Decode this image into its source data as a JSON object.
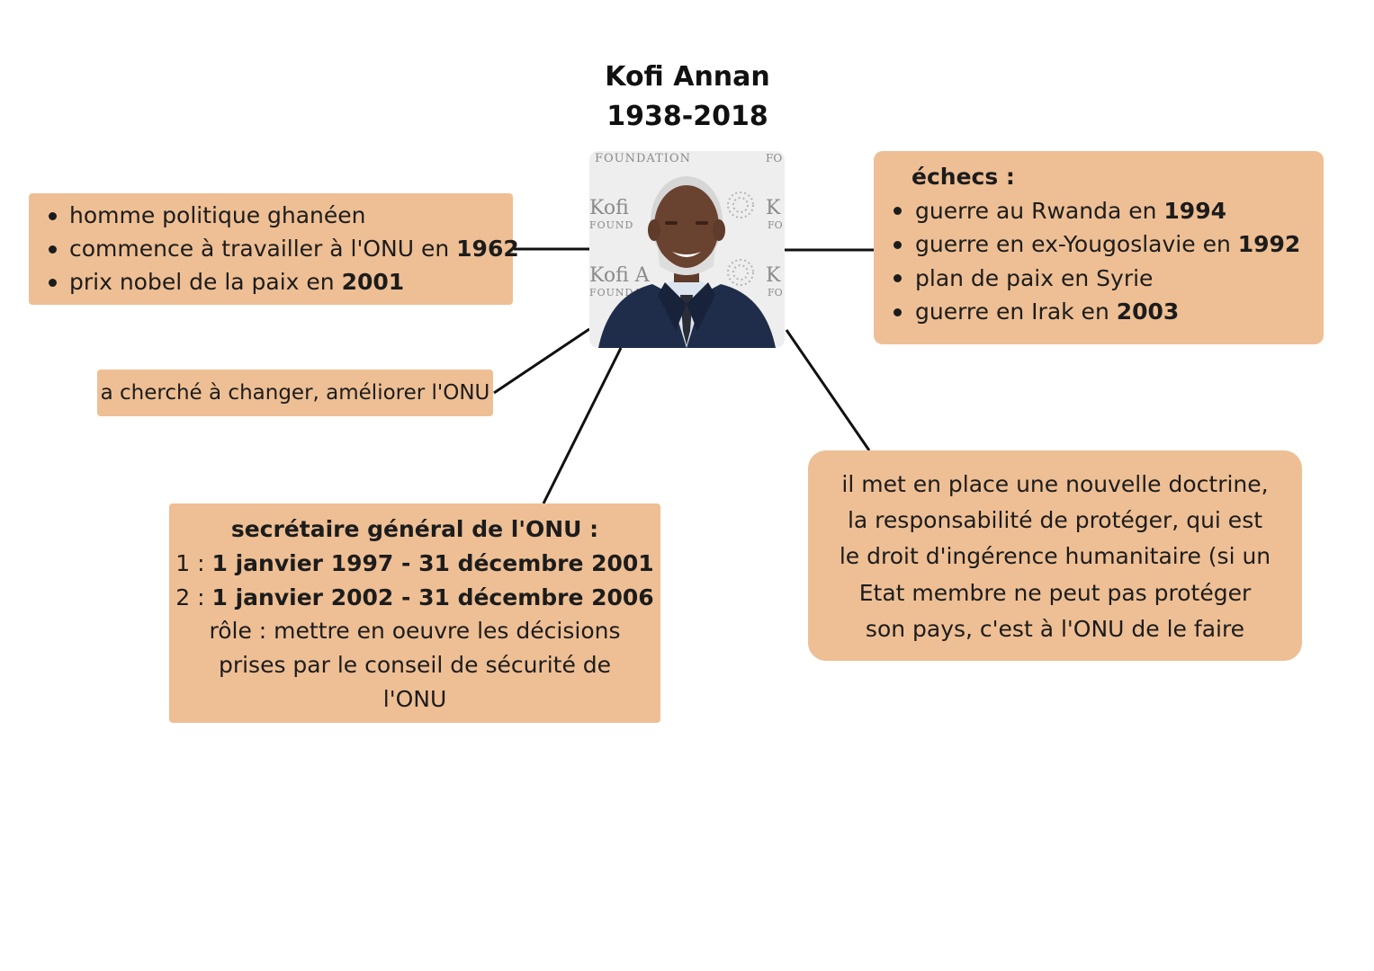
{
  "title": {
    "name": "Kofi Annan",
    "years": "1938-2018"
  },
  "photo": {
    "alt": "Kofi Annan",
    "backdrop_texts": [
      "FOUNDATION",
      "FO",
      "Kofi",
      "FOUND",
      "K",
      "FO",
      "Kofi A",
      "FOUNDAT",
      "K",
      "FO"
    ]
  },
  "bio": {
    "items": [
      {
        "text": "homme politique ghanéen",
        "bold": ""
      },
      {
        "text": "commence à travailler à l'ONU en ",
        "bold": "1962"
      },
      {
        "text": "prix nobel de la paix en ",
        "bold": "2001"
      }
    ]
  },
  "echecs": {
    "heading": "échecs :",
    "items": [
      {
        "text": "guerre au Rwanda en ",
        "bold": "1994"
      },
      {
        "text": "guerre en ex-Yougoslavie en ",
        "bold": "1992"
      },
      {
        "text": "plan de paix en Syrie",
        "bold": ""
      },
      {
        "text": "guerre en Irak en ",
        "bold": "2003"
      }
    ]
  },
  "changes": {
    "text": "a cherché à changer, améliorer l'ONU"
  },
  "secretaire": {
    "heading": "secrétaire général de l'ONU :",
    "term1_label": "1 : ",
    "term1_dates": "1 janvier 1997 - 31 décembre 2001",
    "term2_label": "2 : ",
    "term2_dates": "1 janvier 2002 - 31 décembre 2006",
    "role_lines": [
      "rôle : mettre en oeuvre les décisions",
      "prises par le conseil de sécurité de",
      "l'ONU"
    ]
  },
  "doctrine": {
    "lines": [
      "il met en place une nouvelle doctrine,",
      "la responsabilité de protéger, qui est",
      "le droit d'ingérence humanitaire (si un",
      "Etat membre ne peut pas protéger",
      "son pays, c'est à l'ONU de le faire"
    ]
  },
  "colors": {
    "box_fill": "#eebf94",
    "line": "#111111",
    "text": "#1c1c1c",
    "suit": "#1f2d4a"
  }
}
